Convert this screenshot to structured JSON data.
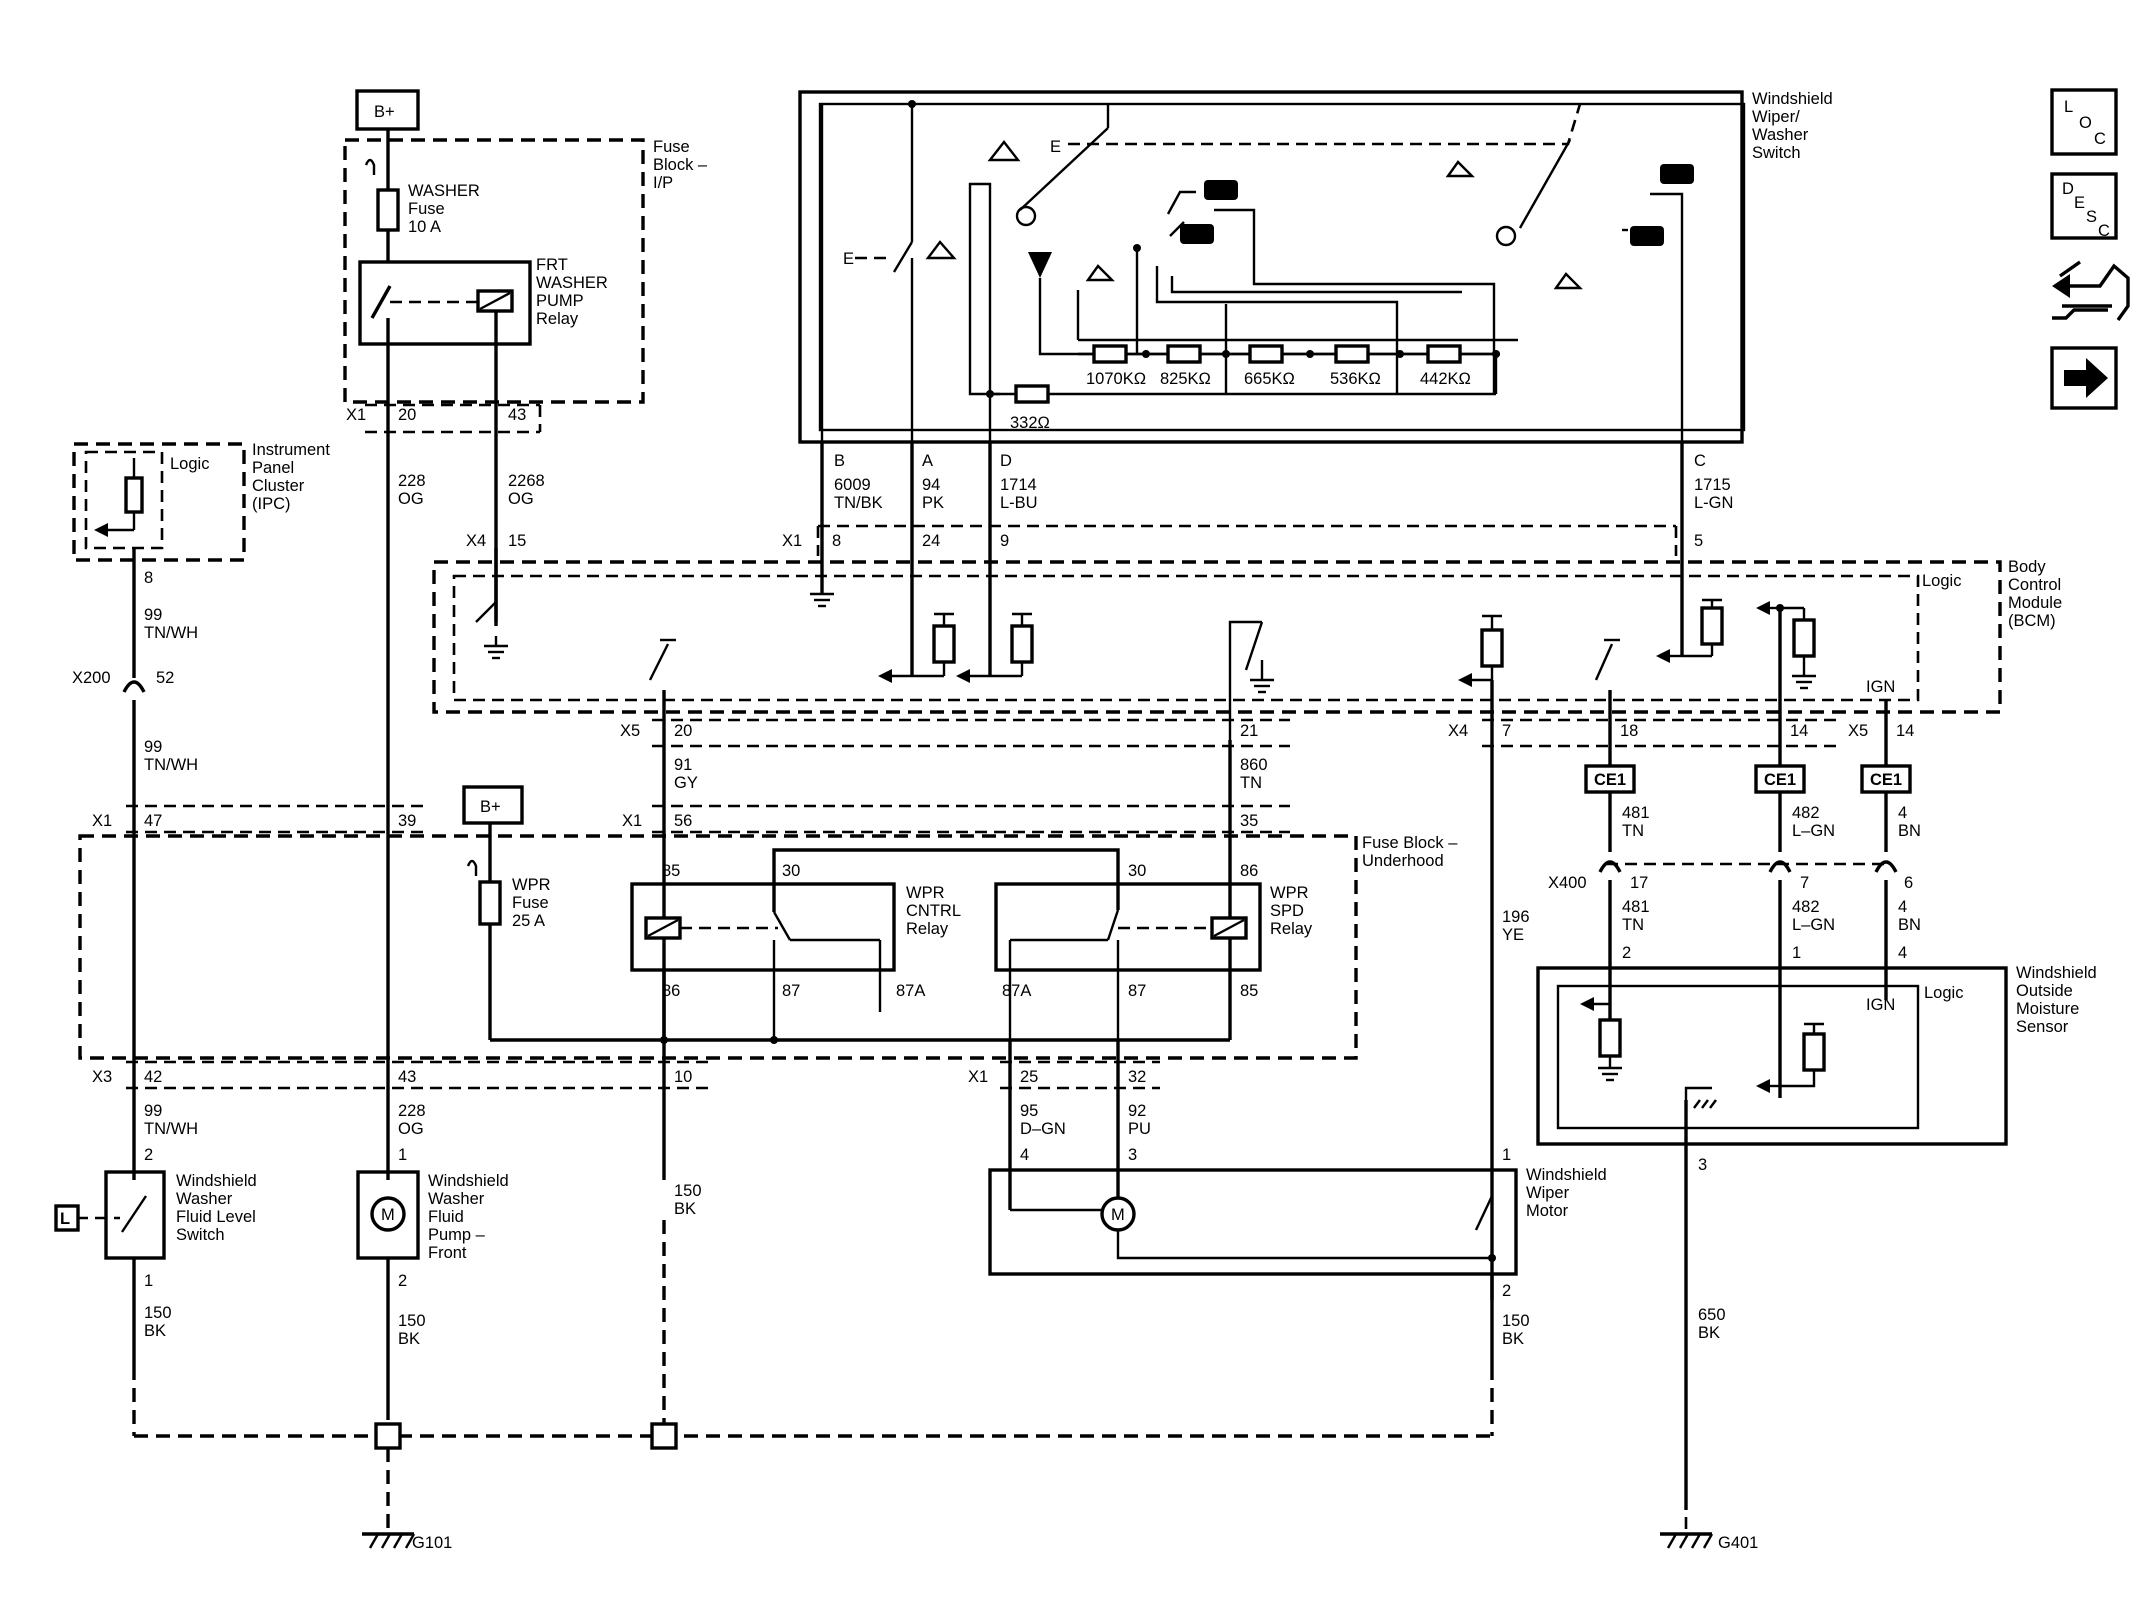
{
  "power": {
    "b_plus_top": "B+",
    "b_plus_mid": "B+"
  },
  "modules": {
    "fuse_block_ip": [
      "Fuse",
      "Block –",
      "I/P"
    ],
    "washer_fuse": [
      "WASHER",
      "Fuse",
      "10 A"
    ],
    "washer_relay": [
      "FRT",
      "WASHER",
      "PUMP",
      "Relay"
    ],
    "ipc": [
      "Instrument",
      "Panel",
      "Cluster",
      "(IPC)"
    ],
    "switch": [
      "Windshield",
      "Wiper/",
      "Washer",
      "Switch"
    ],
    "bcm": [
      "Body",
      "Control",
      "Module",
      "(BCM)"
    ],
    "fuse_block_uh": [
      "Fuse Block –",
      "Underhood"
    ],
    "wpr_fuse": [
      "WPR",
      "Fuse",
      "25 A"
    ],
    "cntrl_relay": [
      "WPR",
      "CNTRL",
      "Relay"
    ],
    "spd_relay": [
      "WPR",
      "SPD",
      "Relay"
    ],
    "moisture": [
      "Windshield",
      "Outside",
      "Moisture",
      "Sensor"
    ],
    "fluid_switch": [
      "Windshield",
      "Washer",
      "Fluid Level",
      "Switch"
    ],
    "pump": [
      "Windshield",
      "Washer",
      "Fluid",
      "Pump –",
      "Front"
    ],
    "wiper_motor": [
      "Windshield",
      "Wiper",
      "Motor"
    ],
    "logic": "Logic",
    "ign": "IGN",
    "motor_m": "M",
    "level_l": "L",
    "ce1": "CE1"
  },
  "resistors": [
    "1070KΩ",
    "825KΩ",
    "665KΩ",
    "536KΩ",
    "442KΩ",
    "332Ω"
  ],
  "switch_pins": [
    {
      "pin": "B",
      "circuit": "6009",
      "color": "TN/BK"
    },
    {
      "pin": "A",
      "circuit": "94",
      "color": "PK"
    },
    {
      "pin": "D",
      "circuit": "1714",
      "color": "L-BU"
    },
    {
      "pin": "C",
      "circuit": "1715",
      "color": "L-GN"
    }
  ],
  "connectors": {
    "x1": "X1",
    "x3": "X3",
    "x4": "X4",
    "x5": "X5",
    "x200": "X200",
    "x400": "X400"
  },
  "pins": {
    "p20": "20",
    "p43": "43",
    "p15": "15",
    "p8": "8",
    "p24": "24",
    "p9": "9",
    "p5": "5",
    "p52": "52",
    "p21": "21",
    "p7": "7",
    "p18": "18",
    "p14": "14",
    "p47": "47",
    "p39": "39",
    "p56": "56",
    "p35": "35",
    "p85": "85",
    "p30": "30",
    "p86": "86",
    "p87": "87",
    "p87a": "87A",
    "p17": "17",
    "p6": "6",
    "p2": "2",
    "p1": "1",
    "p4": "4",
    "p42": "42",
    "p10": "10",
    "p25": "25",
    "p32": "32",
    "p3": "3"
  },
  "wires": [
    {
      "circuit": "228",
      "color": "OG"
    },
    {
      "circuit": "2268",
      "color": "OG"
    },
    {
      "circuit": "99",
      "color": "TN/WH"
    },
    {
      "circuit": "91",
      "color": "GY"
    },
    {
      "circuit": "860",
      "color": "TN"
    },
    {
      "circuit": "196",
      "color": "YE"
    },
    {
      "circuit": "481",
      "color": "TN"
    },
    {
      "circuit": "482",
      "color": "L–GN"
    },
    {
      "circuit": "4",
      "color": "BN"
    },
    {
      "circuit": "95",
      "color": "D–GN"
    },
    {
      "circuit": "92",
      "color": "PU"
    },
    {
      "circuit": "150",
      "color": "BK"
    },
    {
      "circuit": "650",
      "color": "BK"
    }
  ],
  "grounds": {
    "g101": "G101",
    "g401": "G401"
  },
  "nav": {
    "loc": {
      "L": "L",
      "O": "O",
      "C": "C"
    },
    "desc": {
      "D": "D",
      "E": "E",
      "S": "S",
      "C": "C"
    }
  }
}
